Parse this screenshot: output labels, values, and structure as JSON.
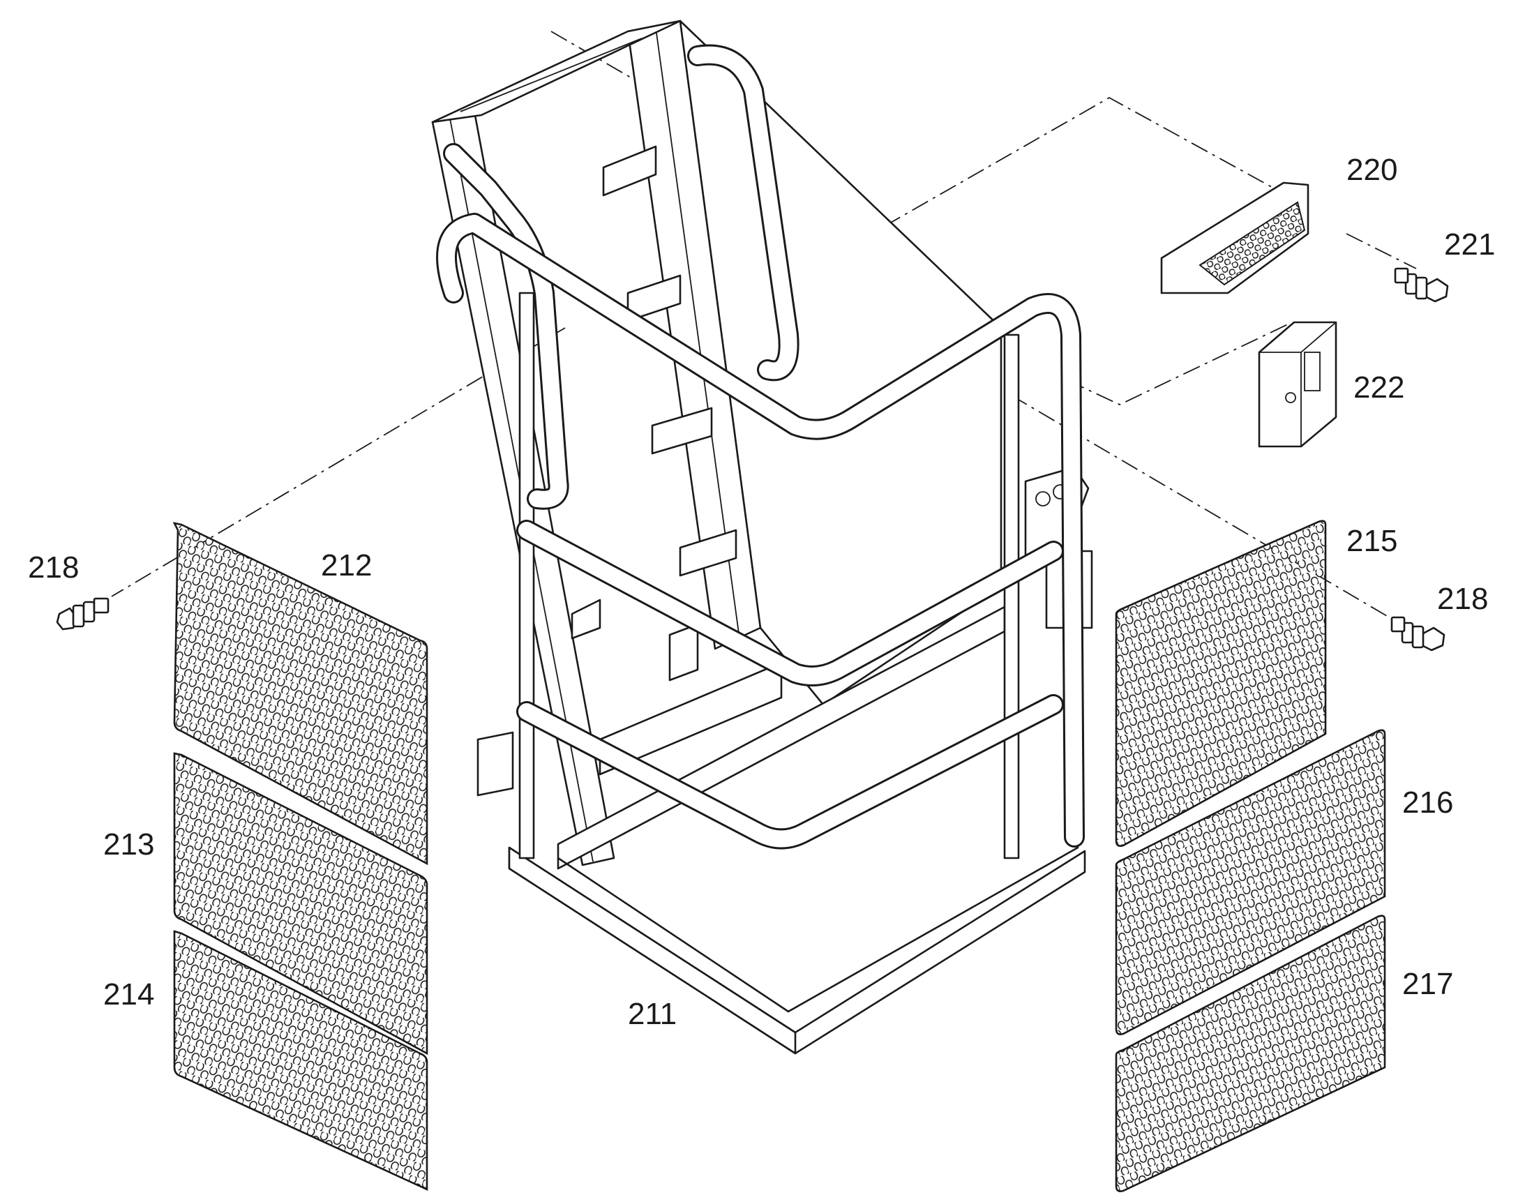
{
  "callouts": {
    "frame": "211",
    "panel_upper_left": "212",
    "panel_middle_left": "213",
    "panel_lower_left": "214",
    "panel_upper_right": "215",
    "panel_middle_right": "216",
    "panel_lower_right": "217",
    "bolt_left": "218",
    "bolt_right": "218",
    "step": "220",
    "step_bolt": "221",
    "box": "222"
  }
}
